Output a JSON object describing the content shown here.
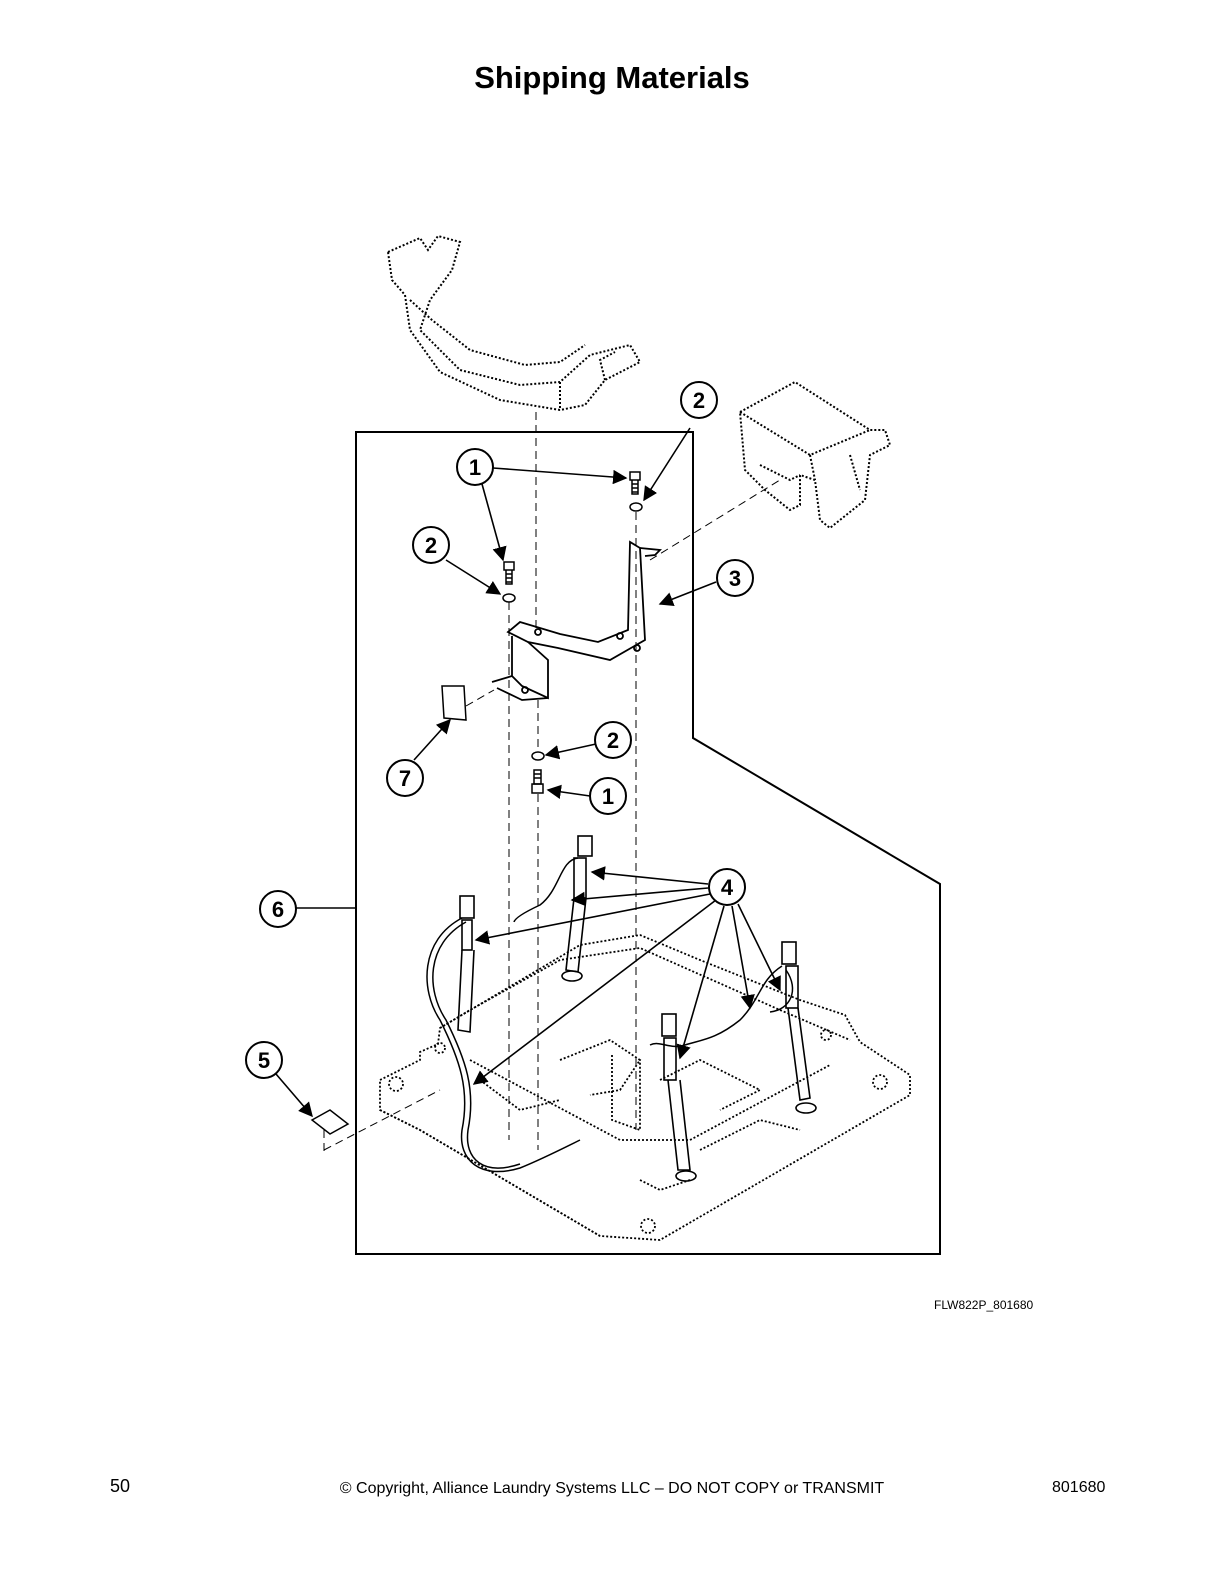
{
  "page": {
    "title": "Shipping Materials",
    "figure_code": "FLW822P_801680",
    "page_number": "50",
    "copyright": "© Copyright, Alliance Laundry Systems LLC – DO NOT COPY or TRANSMIT",
    "document_number": "801680"
  },
  "callouts": [
    "1",
    "2",
    "3",
    "4",
    "5",
    "6",
    "7"
  ]
}
